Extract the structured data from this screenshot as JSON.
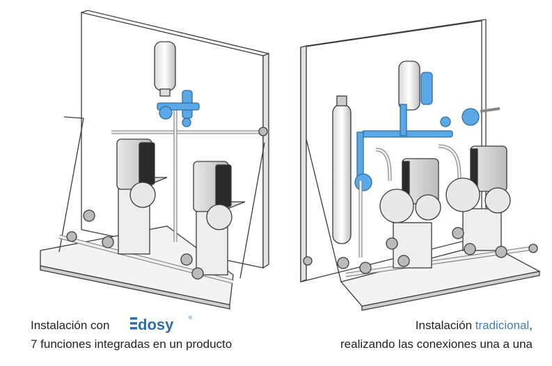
{
  "left_caption": {
    "line1_prefix": "Instalación con",
    "line2": "7 funciones integradas en un producto"
  },
  "logo": {
    "text": "dosy",
    "trademark": "®"
  },
  "right_caption": {
    "line1_prefix": "Instalación ",
    "line1_highlight": "tradicional",
    "line1_suffix": ",",
    "line2": "realizando las conexiones una a una"
  },
  "colors": {
    "accent": "#3f7fb8",
    "highlight_component": "#5aa9e6",
    "line": "#3a3a3a"
  }
}
